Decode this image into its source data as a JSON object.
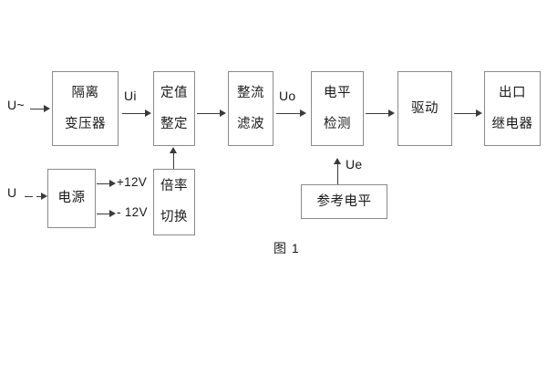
{
  "diagram": {
    "caption": "图 1",
    "blocks": [
      {
        "id": "isolation-transformer",
        "line1": "隔离",
        "line2": "变压器"
      },
      {
        "id": "setting-value",
        "line1": "定值",
        "line2": "整定"
      },
      {
        "id": "rectifier-filter",
        "line1": "整流",
        "line2": "滤波"
      },
      {
        "id": "level-detection",
        "line1": "电平",
        "line2": "检测"
      },
      {
        "id": "drive",
        "line1": "驱动",
        "line2": ""
      },
      {
        "id": "output-relay",
        "line1": "出口",
        "line2": "继电器"
      },
      {
        "id": "power-supply",
        "line1": "电源",
        "line2": ""
      },
      {
        "id": "multiplier-switch",
        "line1": "倍率",
        "line2": "切换"
      },
      {
        "id": "reference-level",
        "line1": "参考电平",
        "line2": ""
      }
    ],
    "labels": {
      "input_ac": "U~",
      "input_dc": "U",
      "ui": "Ui",
      "uo": "Uo",
      "ue": "Ue",
      "rail_pos": "+12V",
      "rail_neg": "- 12V"
    },
    "colors": {
      "box_border": "#8a8a8a",
      "connector": "#3a3a3a",
      "text": "#1a1a1a",
      "background": "#ffffff"
    }
  }
}
